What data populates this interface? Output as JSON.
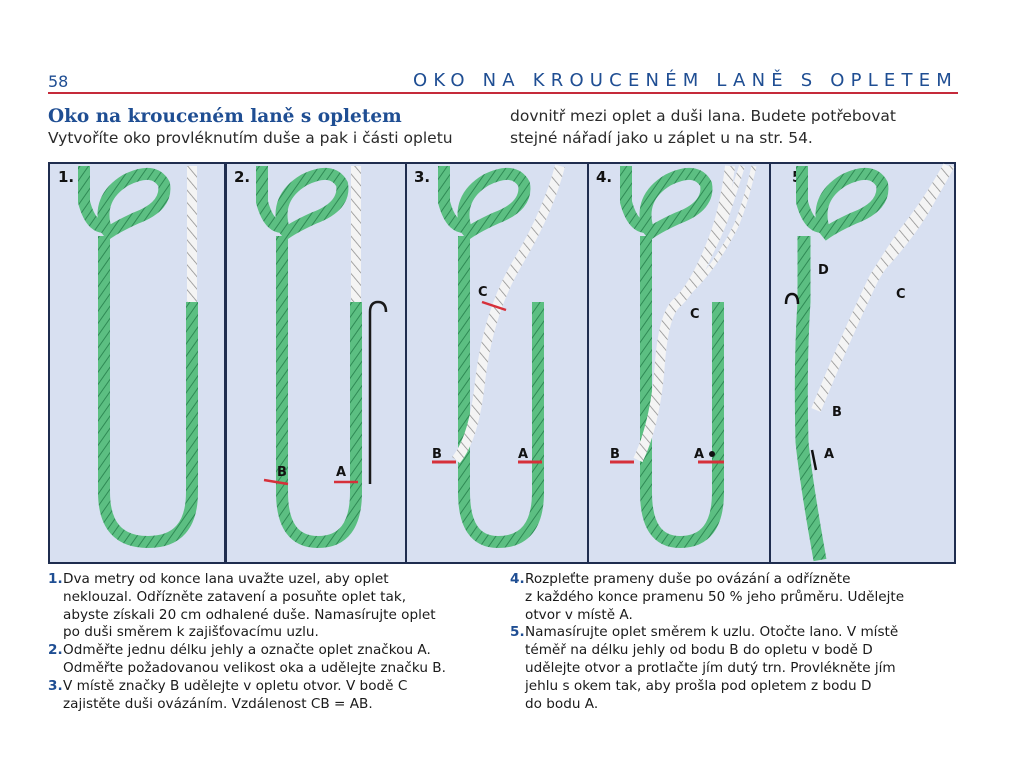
{
  "header": {
    "page_number": "58",
    "running_head": "OKO NA KROUCENÉM LANĚ S OPLETEM"
  },
  "title": "Oko na krouceném laně s opletem",
  "intro": {
    "left_line": "Vytvoříte oko provléknutím duše a pak i části opletu",
    "right_lines": "dovnitř mezi oplet a duši lana. Budete potřebovat\nstejné nářadí jako u záplet u na str. 54."
  },
  "panels": [
    {
      "number": "1.",
      "marks": []
    },
    {
      "number": "2.",
      "marks": [
        "B",
        "A"
      ]
    },
    {
      "number": "3.",
      "marks": [
        "C",
        "B",
        "A"
      ]
    },
    {
      "number": "4.",
      "marks": [
        "C",
        "B",
        "A"
      ]
    },
    {
      "number": "5.",
      "marks": [
        "D",
        "C",
        "B",
        "A"
      ]
    }
  ],
  "steps": [
    {
      "number": "1.",
      "text": "Dva metry od konce lana uvažte uzel, aby oplet\nneklouzal. Odřízněte zatavení a posuňte oplet tak,\nabyste získali 20 cm odhalené duše. Namasírujte oplet\npo duši směrem k zajišťovacímu uzlu."
    },
    {
      "number": "2.",
      "text": "Odměřte jednu délku jehly a označte oplet značkou A.\nOdměřte požadovanou velikost oka a udělejte značku B."
    },
    {
      "number": "3.",
      "text": "V místě značky B udělejte v opletu otvor. V bodě C\nzajistěte duši ovázáním. Vzdálenost CB = AB."
    },
    {
      "number": "4.",
      "text": "Rozpleťte prameny duše po ovázání a odřízněte\nz každého konce pramenu 50 % jeho průměru. Udělejte\notvor v místě A."
    },
    {
      "number": "5.",
      "text": "Namasírujte oplet směrem k uzlu. Otočte lano. V místě\ntéměř na délku jehly od bodu B do opletu v bodě D\nudělejte otvor a protlačte jím dutý trn. Provlékněte jím\njehlu s okem tak, aby prošla pod opletem z bodu D\ndo bodu A."
    }
  ],
  "colors": {
    "brand_blue": "#1f4e93",
    "rule_red": "#c52a3a",
    "panel_bg": "#d8e0f1",
    "rope_green": "#5cbf82",
    "core_white": "#f4f4f4"
  }
}
